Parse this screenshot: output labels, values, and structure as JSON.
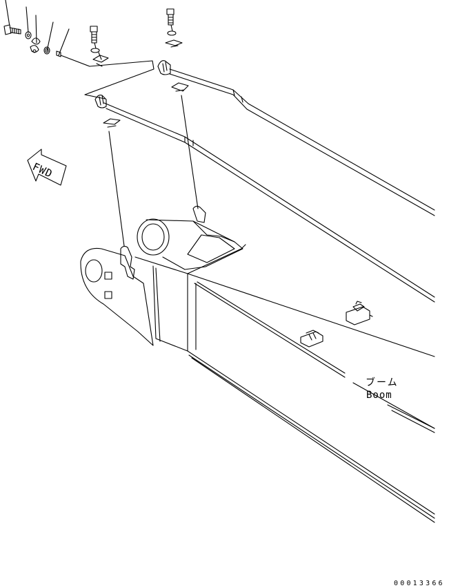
{
  "diagram": {
    "part_label_jp": "ブーム",
    "part_label_en": "Boom",
    "direction_indicator": "FWD",
    "drawing_number": "00013366"
  }
}
